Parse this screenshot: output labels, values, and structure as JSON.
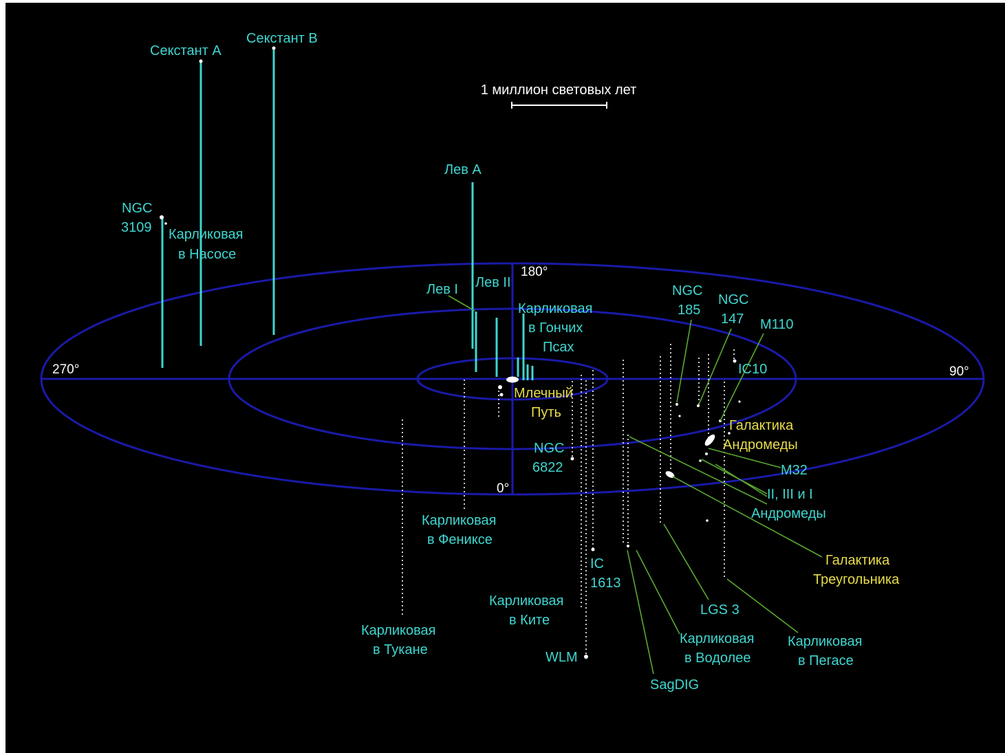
{
  "scale_bar": {
    "label": "1 миллион световых лет"
  },
  "degrees": {
    "d0": "0°",
    "d90": "90°",
    "d180": "180°",
    "d270": "270°"
  },
  "labels": {
    "sextans_a": "Секстант А",
    "sextans_b": "Секстант В",
    "leo_a": "Лев А",
    "ngc3109_l1": "NGC",
    "ngc3109_l2": "3109",
    "antlia_l1": "Карликовая",
    "antlia_l2": "в Насосе",
    "leo_i": "Лев I",
    "leo_ii": "Лев II",
    "canes_l1": "Карликовая",
    "canes_l2": "в Гончих",
    "canes_l3": "Псах",
    "milky_l1": "Млечный",
    "milky_l2": "Путь",
    "ngc6822_l1": "NGC",
    "ngc6822_l2": "6822",
    "ngc185_l1": "NGC",
    "ngc185_l2": "185",
    "ngc147_l1": "NGC",
    "ngc147_l2": "147",
    "m110": "M110",
    "ic10": "IC10",
    "andromeda_l1": "Галактика",
    "andromeda_l2": "Андромеды",
    "m32": "M32",
    "andsat_l1": "II, III и I",
    "andsat_l2": "Андромеды",
    "triangulum_l1": "Галактика",
    "triangulum_l2": "Треугольника",
    "phoenix_l1": "Карликовая",
    "phoenix_l2": "в Фениксе",
    "tucana_l1": "Карликовая",
    "tucana_l2": "в Тукане",
    "cetus_l1": "Карликовая",
    "cetus_l2": "в Ките",
    "ic1613_l1": "IC",
    "ic1613_l2": "1613",
    "wlm": "WLM",
    "lgs3": "LGS 3",
    "aquarius_l1": "Карликовая",
    "aquarius_l2": "в Водолее",
    "sagdig": "SagDIG",
    "pegasus_l1": "Карликовая",
    "pegasus_l2": "в Пегасе"
  },
  "colors": {
    "background": "#000000",
    "rings": "#1a1aa8",
    "galaxy_labels": "#3fd6d0",
    "major_galaxy_labels": "#e8dc4a",
    "leader_lines": "#5aa832"
  }
}
